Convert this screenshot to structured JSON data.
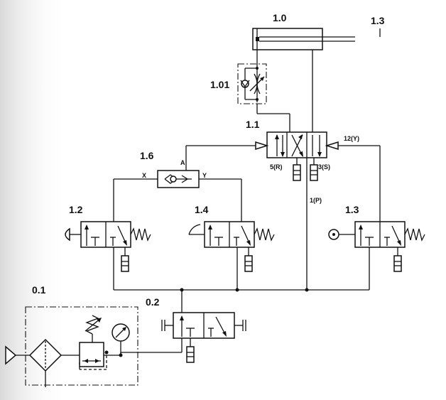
{
  "diagram": {
    "labels": {
      "cyl": "1.0",
      "top_right": "1.3",
      "throttle": "1.01",
      "main_valve": "1.1",
      "shuttle": "1.6",
      "shuttle_x": "X",
      "shuttle_a": "A",
      "shuttle_y": "Y",
      "port_5": "5(R)",
      "port_3": "3(S)",
      "port_12": "12(Y)",
      "port_1": "1(P)",
      "valve_12": "1.2",
      "valve_14": "1.4",
      "valve_13": "1.3",
      "frl": "0.1",
      "start_valve": "0.2"
    }
  }
}
